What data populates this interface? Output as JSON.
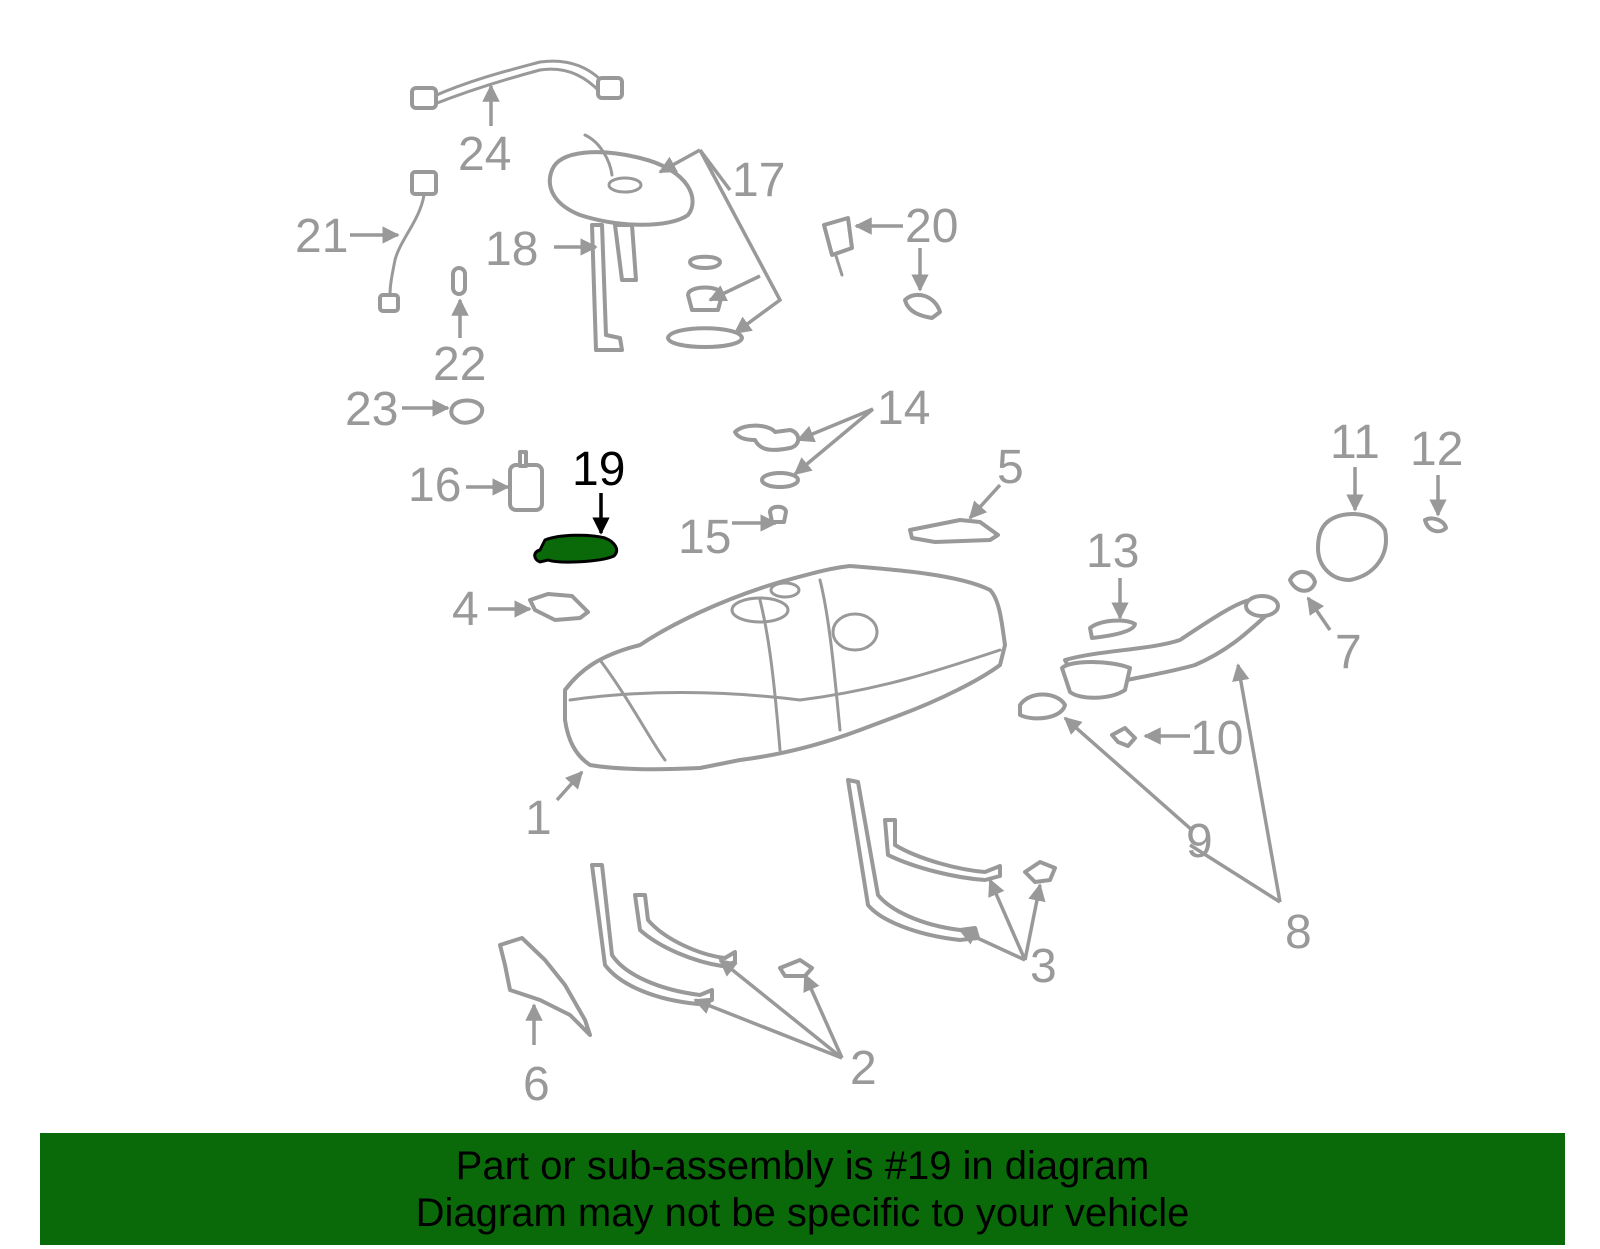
{
  "diagram": {
    "highlight_color": "#0a6a0a",
    "line_color": "#999999",
    "highlighted_part": "19",
    "callouts": [
      "1",
      "2",
      "3",
      "4",
      "5",
      "6",
      "7",
      "8",
      "9",
      "10",
      "11",
      "12",
      "13",
      "14",
      "15",
      "16",
      "17",
      "18",
      "19",
      "20",
      "21",
      "22",
      "23",
      "24"
    ]
  },
  "banner": {
    "background": "#0a6a0a",
    "line1": "Part or sub-assembly is #19 in diagram",
    "line2": "Diagram may not be specific to your vehicle"
  }
}
